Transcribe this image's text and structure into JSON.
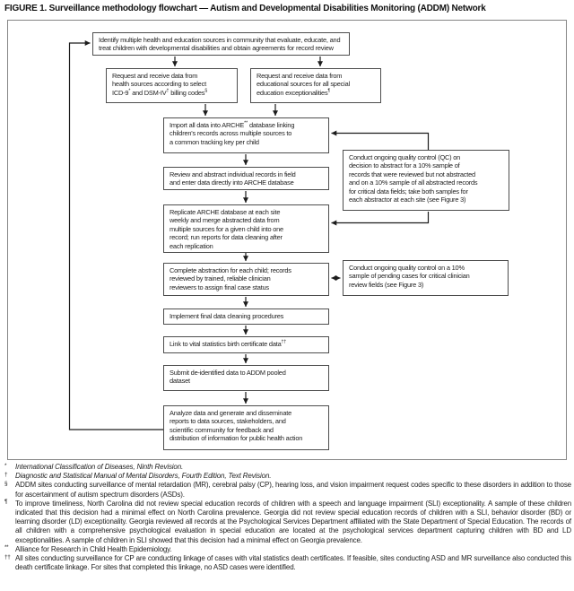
{
  "title": "FIGURE 1. Surveillance methodology flowchart — Autism and Developmental Disabilities Monitoring (ADDM) Network",
  "flowchart": {
    "identify": "Identify multiple health and education sources in community that evaluate, educate, and\ntreat children with developmental disabilities and obtain agreements for record review",
    "request_health": "Request and receive data from\nhealth sources according to select\nICD-9^{*} and DSM-IV^{†} billing codes^{§}",
    "request_education": "Request and receive data from\neducational sources for all special\neducation exceptionalities^{¶}",
    "import": "Import all data into ARCHE^{**} database linking\nchildren's records across multiple sources to\na common tracking key per child",
    "review": "Review and abstract individual records in field\nand enter data directly into ARCHE database",
    "qc_abstraction": "Conduct ongoing quality control (QC) on\ndecision to abstract for a 10% sample of\nrecords that were reviewed but not abstracted\nand on a 10% sample of all abstracted records\nfor critical data fields; take both samples for\neach abstractor at each site (see Figure 3)",
    "replicate": "Replicate ARCHE database at each site\nweekly and merge abstracted data from\nmultiple sources for a given child into one\nrecord; run reports for data cleaning after\neach replication",
    "complete": "Complete abstraction for each child; records\nreviewed by trained, reliable clinician\nreviewers to assign final case status",
    "qc_clinician": "Conduct ongoing quality control on a 10%\nsample of pending cases for critical clinician\nreview fields (see Figure 3)",
    "implement": "Implement final data cleaning procedures",
    "link": "Link to vital statistics birth certificate data^{††}",
    "submit": "Submit de-identified data to ADDM pooled\ndataset",
    "analyze": "Analyze data and generate and disseminate\nreports to data sources, stakeholders, and\nscientific community for feedback and\ndistribution of information for public health action"
  },
  "footnotes": [
    {
      "marker": "*",
      "text": "International Classification of Diseases, Ninth Revision."
    },
    {
      "marker": "†",
      "text": "Diagnostic and Statistical Manual of Mental Disorders, Fourth Edition, Text Revision."
    },
    {
      "marker": "§",
      "text": "ADDM sites conducting surveillance of mental retardation (MR), cerebral palsy (CP), hearing loss, and vision impairment request codes specific to these disorders in addition to those for ascertainment of autism spectrum disorders (ASDs)."
    },
    {
      "marker": "¶",
      "text": "To improve timeliness, North Carolina did not review special education records of children with a speech and language impairment (SLI) exceptionality. A sample of these children indicated that this decision had a minimal effect on North Carolina prevalence. Georgia did not review special education records of children with a SLI, behavior disorder (BD) or learning disorder (LD) exceptionality. Georgia reviewed all records at the Psychological Services Department affiliated with the State Department of Special Education. The records of all children with a comprehensive psychological evaluation in special education are located at the psychological services department capturing children with BD and LD exceptionalities. A sample of children in SLI showed that this decision had a minimal effect on Georgia prevalence."
    },
    {
      "marker": "**",
      "text": "Alliance for Research in Child Health Epidemiology."
    },
    {
      "marker": "††",
      "text": "All sites conducting surveillance for CP are conducting linkage of cases with vital statistics death certificates. If feasible, sites conducting ASD and MR surveillance also conducted this death certificate linkage. For sites that completed this linkage, no ASD cases were identified."
    }
  ],
  "colors": {
    "box_border": "#4d4d4d",
    "frame_border": "#858585",
    "arrow": "#1c1c1c"
  }
}
